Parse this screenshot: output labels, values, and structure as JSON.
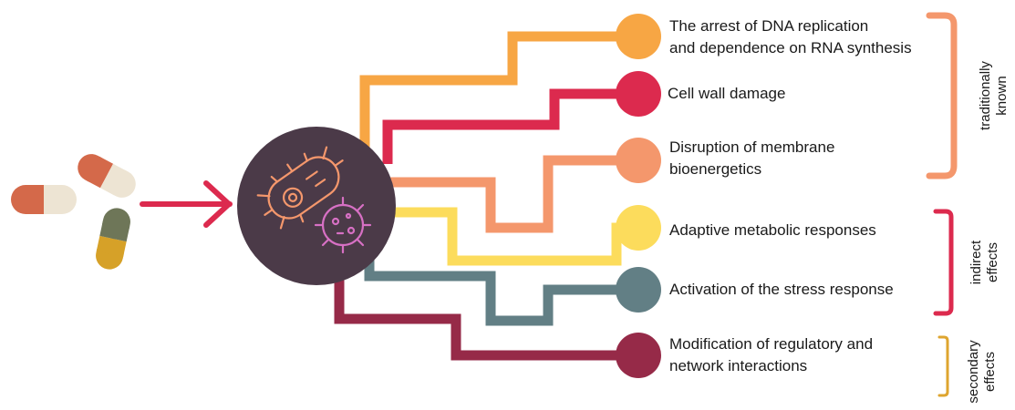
{
  "effects": [
    {
      "label": "The arrest of DNA replication\nand dependence on RNA synthesis",
      "color": "#F7A644"
    },
    {
      "label": "Cell wall damage",
      "color": "#DC2A4E"
    },
    {
      "label": "Disruption of membrane\nbioenergetics",
      "color": "#F4976C"
    },
    {
      "label": "Adaptive metabolic responses",
      "color": "#FCDC5C"
    },
    {
      "label": "Activation of the stress response",
      "color": "#627F85"
    },
    {
      "label": "Modification of regulatory and\nnetwork interactions",
      "color": "#962A48"
    }
  ],
  "groups": [
    {
      "label": "traditionally\nknown",
      "color": "#F4976C"
    },
    {
      "label": "indirect\neffects",
      "color": "#DC2A4E"
    },
    {
      "label": "secondary\neffects",
      "color": "#DEA52F"
    }
  ],
  "colors": {
    "arrow": "#DC2A4E",
    "bacteria_circle": "#4B3A48",
    "pill_orange": "#D4694A",
    "pill_cream": "#EDE4D3",
    "pill_olive": "#6E7658",
    "pill_mustard": "#D6A128"
  },
  "icons": [
    "pill-icon",
    "arrow-right-icon",
    "bacteria-icon"
  ]
}
